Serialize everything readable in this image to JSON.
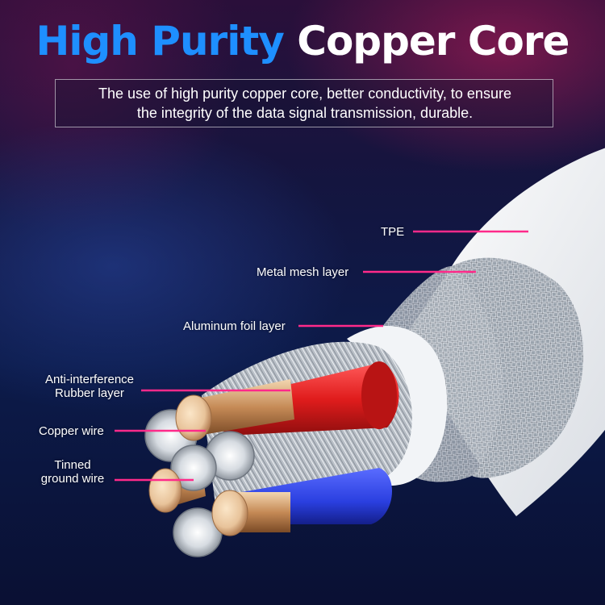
{
  "title": {
    "part1": "High Purity",
    "part2": "Copper Core"
  },
  "description": {
    "line1": "The use of high purity copper core, better conductivity, to ensure",
    "line2": "the integrity of the data signal transmission, durable."
  },
  "labels": {
    "tpe": "TPE",
    "metal_mesh": "Metal mesh layer",
    "aluminum_foil": "Aluminum foil layer",
    "anti_interference_line1": "Anti-interference",
    "anti_interference_line2": "Rubber layer",
    "copper_wire": "Copper wire",
    "tinned_line1": "Tinned",
    "tinned_line2": "ground wire"
  },
  "colors": {
    "title_accent": "#1e8fff",
    "leader_line": "#ff2a8a",
    "red_core": "#e02020",
    "blue_core": "#2a3fe0",
    "copper": "#e8c9a0"
  }
}
